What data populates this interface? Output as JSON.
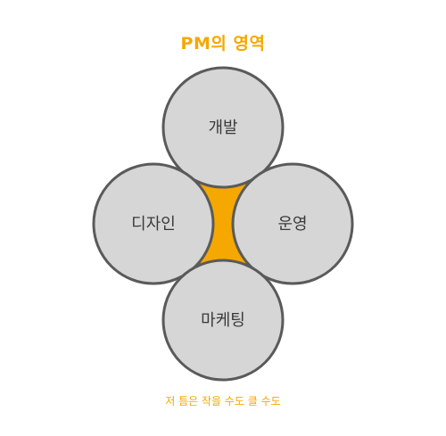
{
  "title": "PM의 영역",
  "caption": "저 틈은 작을 수도 클 수도",
  "circles": [
    {
      "id": "top",
      "label": "개발"
    },
    {
      "id": "left",
      "label": "디자인"
    },
    {
      "id": "right",
      "label": "운영"
    },
    {
      "id": "bottom",
      "label": "마케팅"
    }
  ],
  "colors": {
    "accent": "#F5A800",
    "circle_fill": "#D6D6D6",
    "circle_stroke": "#5A5A5A",
    "label": "#3A3A3A"
  }
}
